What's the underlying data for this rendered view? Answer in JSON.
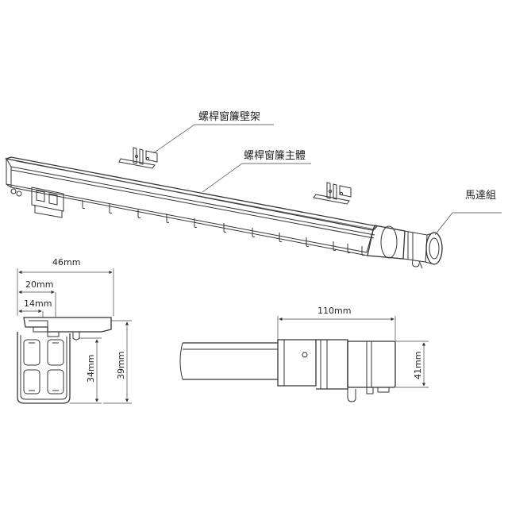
{
  "labels": {
    "bracket": "螺桿窗簾壁架",
    "body": "螺桿窗簾主體",
    "motor": "馬達組"
  },
  "dimensions": {
    "d46": "46mm",
    "d20": "20mm",
    "d14": "14mm",
    "d34": "34mm",
    "d39": "39mm",
    "d110": "110mm",
    "d41": "41mm"
  }
}
